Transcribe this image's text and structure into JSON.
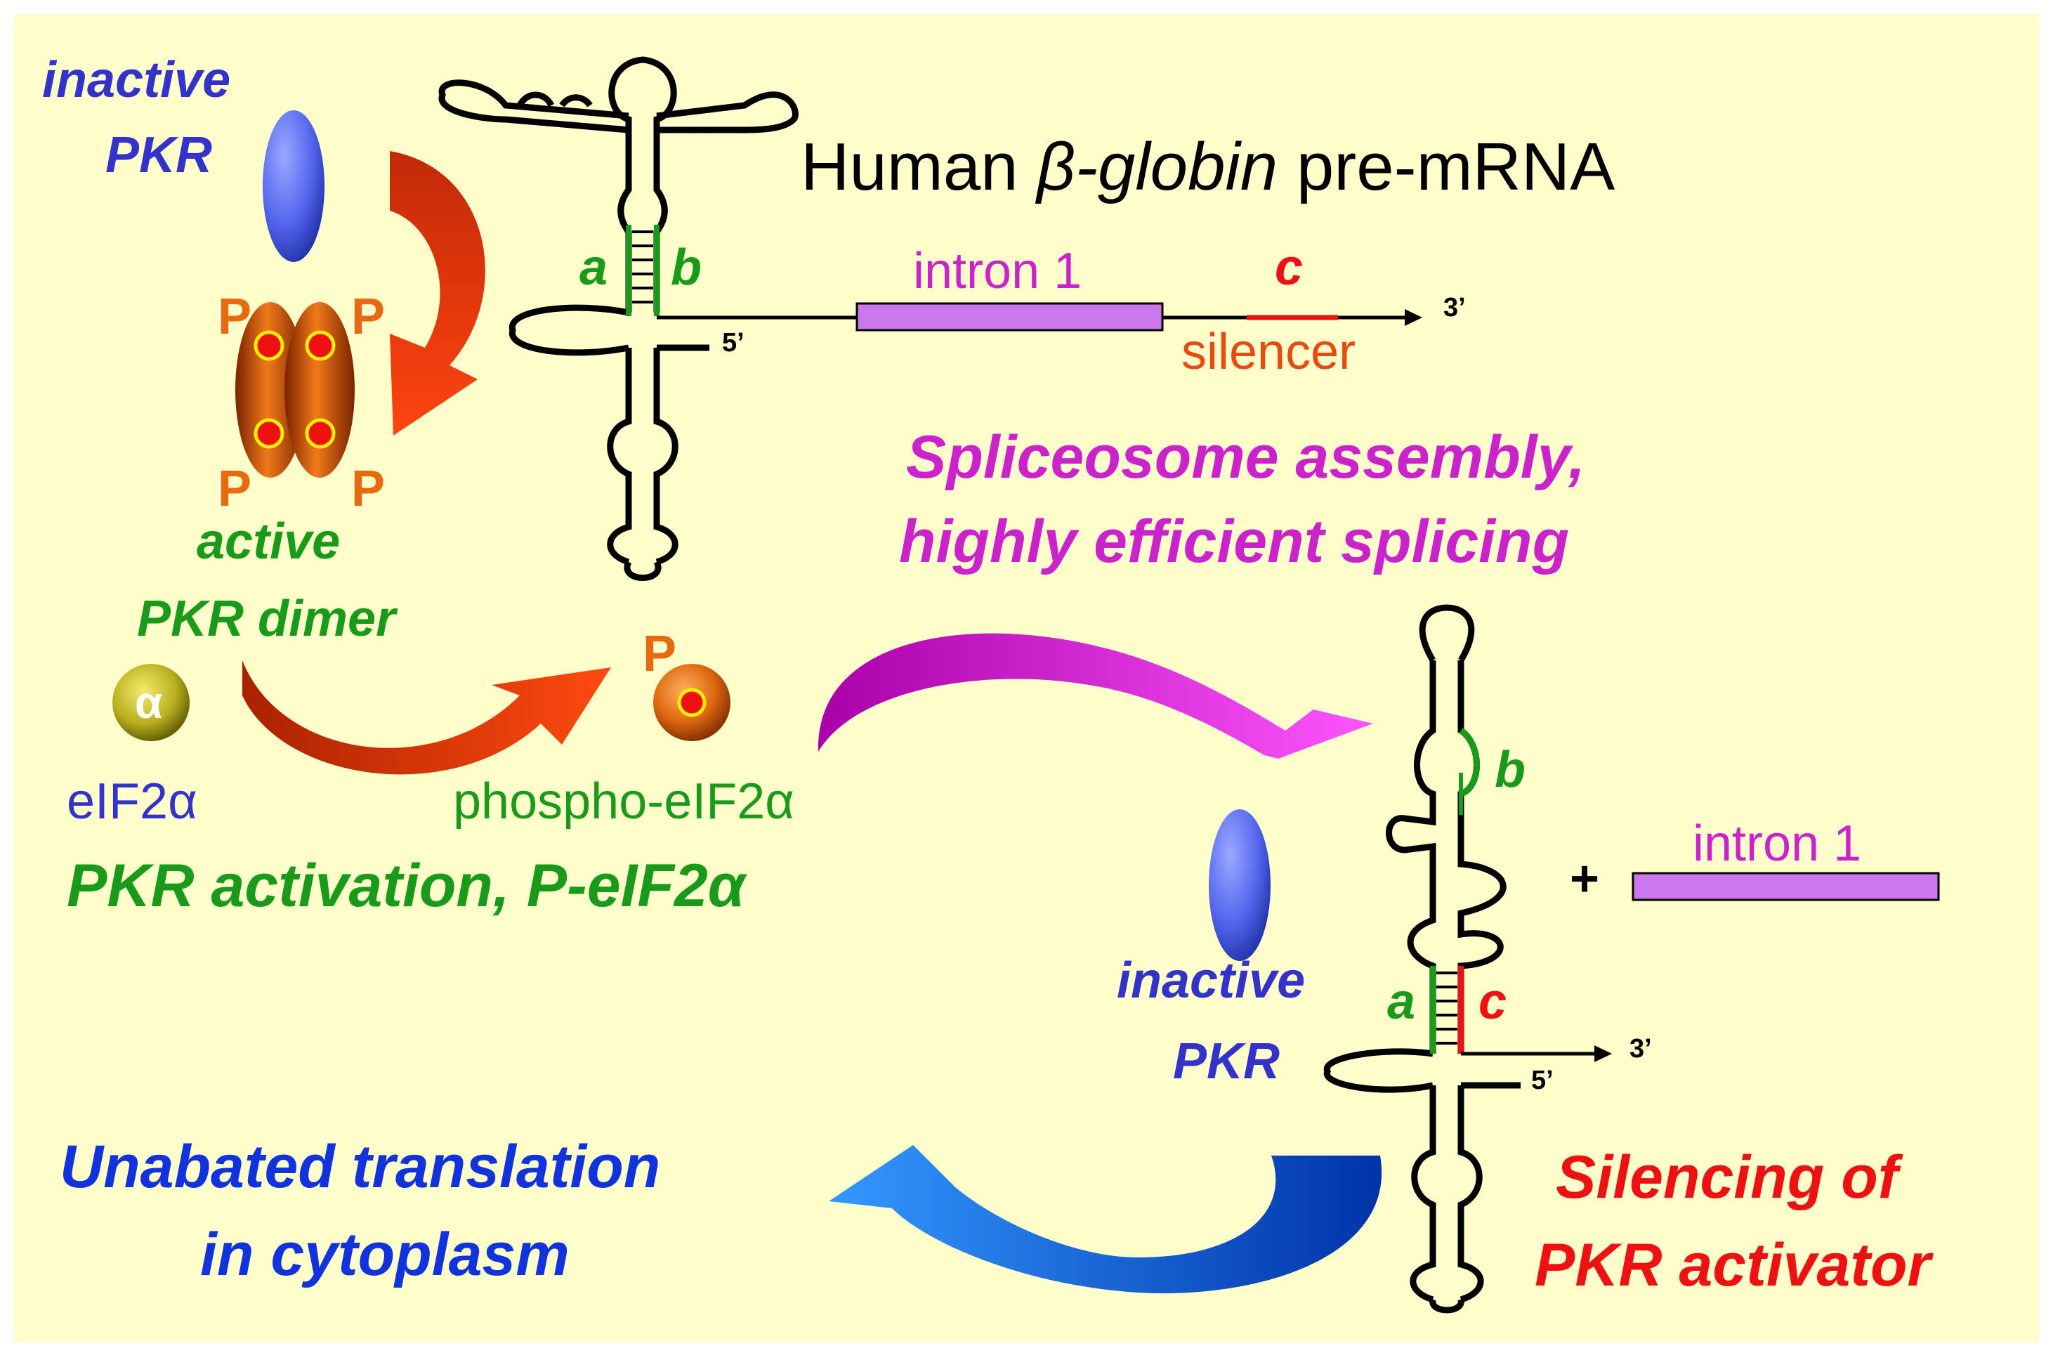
{
  "title": {
    "prefix": "Human ",
    "beta": "β",
    "gene": "-globin",
    "suffix": " pre-mRNA"
  },
  "labels": {
    "inactive_top": "inactive",
    "pkr_top": "PKR",
    "p": "P",
    "active": "active",
    "pkr_dimer": "PKR dimer",
    "alpha": "α",
    "eif2a": "eIF2α",
    "phospho": "phospho-eIF2α",
    "activation": "PKR activation, P-eIF2α",
    "seg_a": "a",
    "seg_b": "b",
    "seg_c": "c",
    "intron1": "intron 1",
    "silencer": "silencer",
    "three_prime": "3’",
    "five_prime": "5’",
    "splice_line1": "Spliceosome assembly,",
    "splice_line2": "highly efficient splicing",
    "plus": "+",
    "inactive_bottom": "inactive",
    "pkr_bottom": "PKR",
    "unabated_line1": "Unabated translation",
    "unabated_line2": "in cytoplasm",
    "silencing_line1": "Silencing of",
    "silencing_line2": "PKR activator"
  },
  "colors": {
    "background": "#ffffcc",
    "blue_text": "#3333cc",
    "green": "#1a9a1a",
    "red": "#ee1111",
    "orange": "#e86a10",
    "magenta": "#cc22cc",
    "intron_fill": "#cc77ee",
    "pkr_blue": "#5566ee",
    "translation_blue": "#1133dd"
  },
  "icons": [
    "inactive-pkr-ellipse",
    "active-pkr-dimer",
    "eif2a-sphere",
    "phospho-eif2a-sphere",
    "curved-arrow"
  ]
}
